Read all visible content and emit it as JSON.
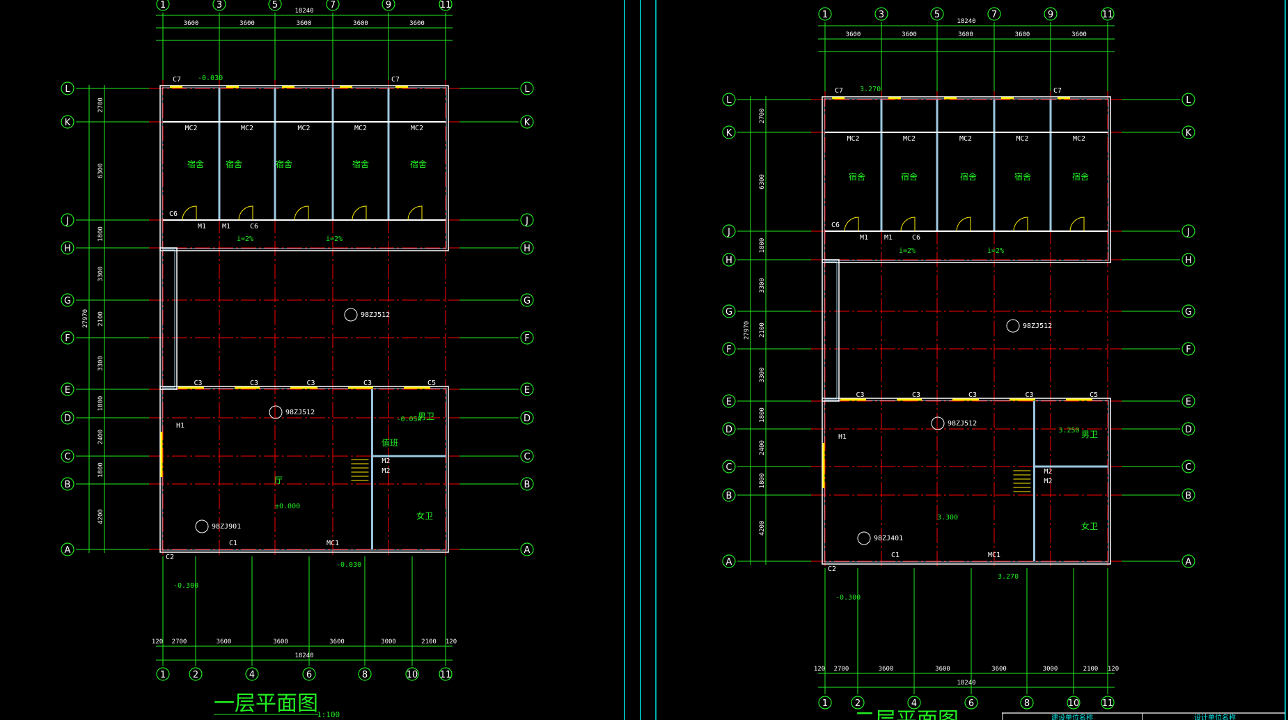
{
  "plans": [
    {
      "title": "一层平面图",
      "scale": "1:100",
      "col_axes": [
        "1",
        "3",
        "5",
        "7",
        "9",
        "11"
      ],
      "bottom_axes": [
        "1",
        "2",
        "4",
        "6",
        "8",
        "10",
        "11"
      ],
      "row_axes": [
        "L",
        "K",
        "J",
        "H",
        "G",
        "F",
        "E",
        "D",
        "C",
        "B",
        "A"
      ],
      "top_total": "18240",
      "top_bays": [
        "3600",
        "3600",
        "3600",
        "3600",
        "3600"
      ],
      "bottom_bays": [
        "120",
        "2700",
        "3600",
        "3600",
        "3600",
        "3000",
        "2100",
        "120"
      ],
      "bottom_total": "18240",
      "side_dims": [
        "2700",
        "6300",
        "1800",
        "3300",
        "2100",
        "3300",
        "1800",
        "2400",
        "1800",
        "4200"
      ],
      "side_total": "27970",
      "rooms": [
        "宿舍",
        "宿舍",
        "宿舍",
        "宿舍",
        "宿舍",
        "厅",
        "值班",
        "男卫",
        "女卫"
      ],
      "tags": [
        "MC2",
        "MC2",
        "MC2",
        "MC2",
        "MC2",
        "M1",
        "M1",
        "C6",
        "C6",
        "C3",
        "C3",
        "C3",
        "C3",
        "C5",
        "H1",
        "C1",
        "MC1",
        "C2",
        "M2",
        "M2",
        "C7",
        "C7"
      ],
      "elevations": [
        "-0.030",
        "±0.000",
        "-0.050",
        "-0.300",
        "-0.030",
        "i=2%",
        "i=2%"
      ],
      "refs": [
        "98ZJ512",
        "98ZJ901",
        "98ZJ512"
      ]
    },
    {
      "title": "二层平面图",
      "scale": "",
      "col_axes": [
        "1",
        "3",
        "5",
        "7",
        "9",
        "11"
      ],
      "bottom_axes": [
        "1",
        "2",
        "4",
        "6",
        "8",
        "10",
        "11"
      ],
      "row_axes": [
        "L",
        "K",
        "J",
        "H",
        "G",
        "F",
        "E",
        "D",
        "C",
        "B",
        "A"
      ],
      "top_total": "18240",
      "top_bays": [
        "3600",
        "3600",
        "3600",
        "3600",
        "3600"
      ],
      "bottom_bays": [
        "120",
        "2700",
        "3600",
        "3600",
        "3600",
        "3000",
        "2100",
        "120"
      ],
      "bottom_total": "18240",
      "side_dims": [
        "2700",
        "6300",
        "1800",
        "3300",
        "2100",
        "3300",
        "1800",
        "2400",
        "1800",
        "4200"
      ],
      "side_total": "27970",
      "rooms": [
        "宿舍",
        "宿舍",
        "宿舍",
        "宿舍",
        "宿舍",
        "男卫",
        "女卫"
      ],
      "tags": [
        "MC2",
        "MC2",
        "MC2",
        "MC2",
        "MC2",
        "M1",
        "M1",
        "C6",
        "C6",
        "C3",
        "C3",
        "C3",
        "C3",
        "C5",
        "H1",
        "C1",
        "MC1",
        "C2",
        "M2",
        "M2",
        "C7",
        "C7"
      ],
      "elevations": [
        "3.270",
        "3.300",
        "3.250",
        "-0.300",
        "3.270",
        "i=2%",
        "i=2%"
      ],
      "refs": [
        "98ZJ512",
        "98ZJ401",
        "98ZJ512"
      ]
    }
  ],
  "title_block": {
    "cell1": "建设单位名称",
    "cell2": "设计单位名称"
  },
  "colors": {
    "axis": "#22ee22",
    "grid": "#ff0000",
    "wall": "#ffffff",
    "wall_inner": "#9cc8e0",
    "window": "#ffee00",
    "frame": "#00e5e5"
  }
}
